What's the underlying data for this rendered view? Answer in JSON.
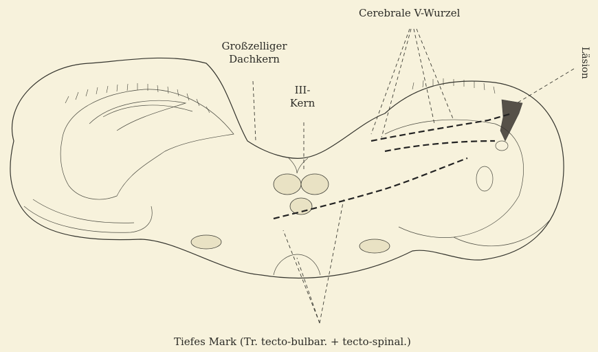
{
  "labels": {
    "cerebrale_v_wurzel": "Cerebrale V-Wurzel",
    "grosszelliger_line1": "Großzelliger",
    "grosszelliger_line2": "Dachkern",
    "iii_kern_line1": "III-",
    "iii_kern_line2": "Kern",
    "lasion": "Läsion",
    "tiefes_mark": "Tiefes Mark (Tr. tecto-bulbar. + tecto-spinal.)"
  }
}
